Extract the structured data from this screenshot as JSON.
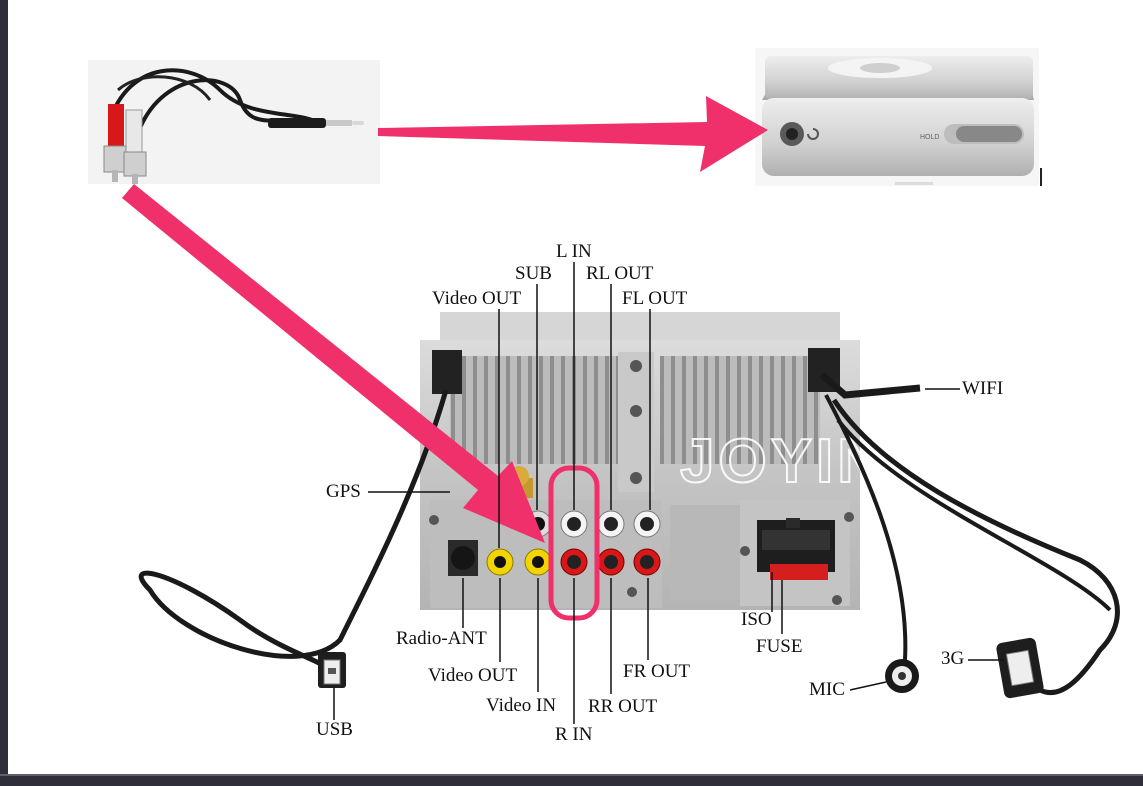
{
  "labels": {
    "l_in": "L IN",
    "sub": "SUB",
    "rl_out": "RL OUT",
    "video_out_top": "Video OUT",
    "fl_out": "FL OUT",
    "wifi": "WIFI",
    "gps": "GPS",
    "radio_ant": "Radio-ANT",
    "video_out_bottom": "Video OUT",
    "video_in": "Video IN",
    "r_in": "R IN",
    "rr_out": "RR OUT",
    "fr_out": "FR OUT",
    "iso": "ISO",
    "fuse": "FUSE",
    "mic": "MIC",
    "g3": "3G",
    "usb": "USB"
  },
  "watermark": "JOYING",
  "player_hold_label": "HOLD",
  "colors": {
    "arrow": "#f0306a",
    "highlight": "#f0306a",
    "rca_red": "#d81818",
    "rca_white": "#f4f4f4",
    "rca_yellow": "#f2d400",
    "unit_metal": "#c8c8c8",
    "cable": "#1a1a1a"
  }
}
